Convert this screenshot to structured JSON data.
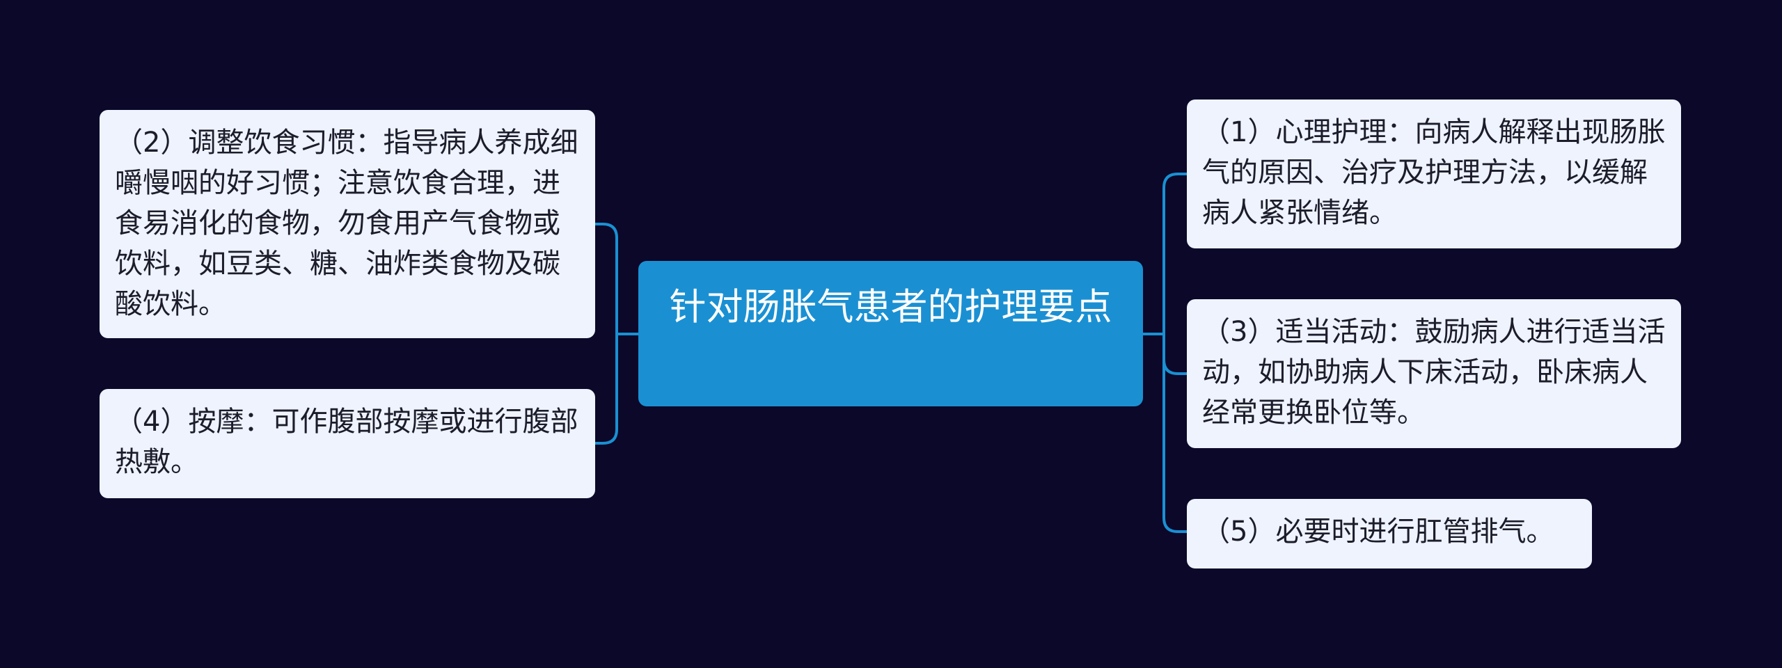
{
  "root": {
    "label": "针对肠胀气患者的护理要点"
  },
  "right_branches": [
    {
      "id": "n1",
      "text": "（1）心理护理：向病人解释出现肠胀气的原因、治疗及护理方法，以缓解病人紧张情绪。"
    },
    {
      "id": "n3",
      "text": "（3）适当活动：鼓励病人进行适当活动，如协助病人下床活动，卧床病人经常更换卧位等。"
    },
    {
      "id": "n5",
      "text": "（5）必要时进行肛管排气。"
    }
  ],
  "left_branches": [
    {
      "id": "n2",
      "text": "（2）调整饮食习惯：指导病人养成细嚼慢咽的好习惯；注意饮食合理，进食易消化的食物，勿食用产气食物或饮料，如豆类、糖、油炸类食物及碳酸饮料。"
    },
    {
      "id": "n4",
      "text": "（4）按摩：可作腹部按摩或进行腹部热敷。"
    }
  ],
  "colors": {
    "background": "#0b0829",
    "root_fill": "#1a90d3",
    "node_fill": "#eef3fe",
    "connector": "#1a90d3"
  }
}
